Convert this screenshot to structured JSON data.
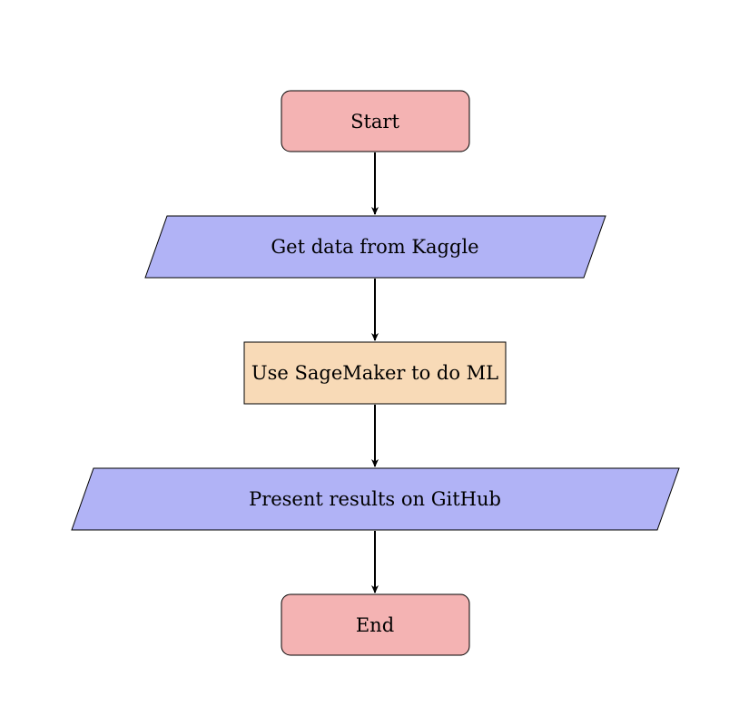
{
  "diagram": {
    "type": "flowchart",
    "colors": {
      "terminal": "#f4b3b3",
      "io": "#b1b3f6",
      "process": "#f8dab7",
      "stroke": "#000000",
      "background": "#ffffff"
    },
    "nodes": [
      {
        "id": "start",
        "shape": "rounded-rectangle",
        "label": "Start"
      },
      {
        "id": "get-data",
        "shape": "parallelogram",
        "label": "Get data from Kaggle"
      },
      {
        "id": "sagemaker",
        "shape": "rectangle",
        "label": "Use SageMaker to do ML"
      },
      {
        "id": "present",
        "shape": "parallelogram",
        "label": "Present results on GitHub"
      },
      {
        "id": "end",
        "shape": "rounded-rectangle",
        "label": "End"
      }
    ],
    "edges": [
      {
        "from": "start",
        "to": "get-data"
      },
      {
        "from": "get-data",
        "to": "sagemaker"
      },
      {
        "from": "sagemaker",
        "to": "present"
      },
      {
        "from": "present",
        "to": "end"
      }
    ]
  }
}
